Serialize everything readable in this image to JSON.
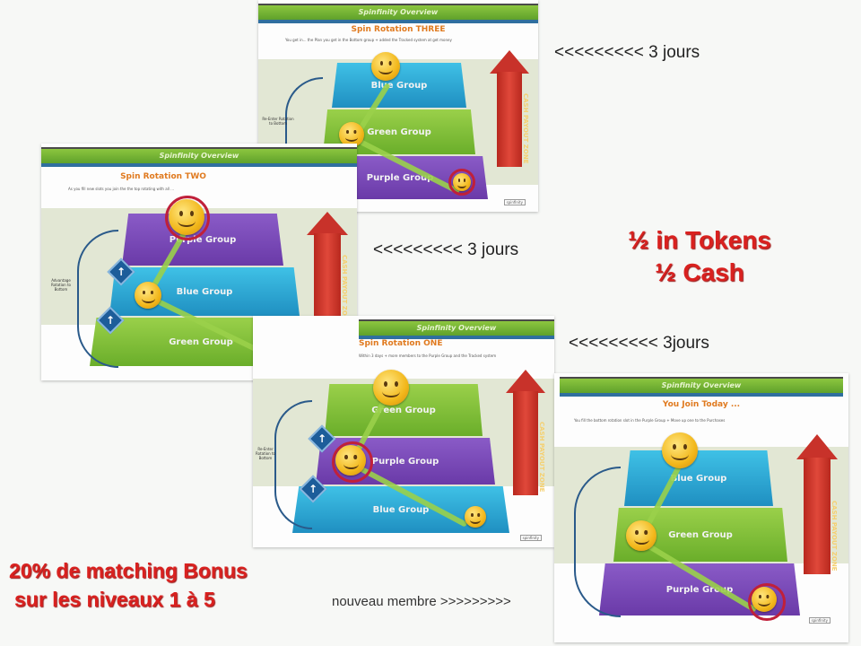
{
  "slide_header": "Spinfinity Overview",
  "slides": {
    "three": {
      "subtitle": "Spin Rotation THREE",
      "bullet": "You get in... the Plan you get in the Bottom group + added the Tracked system at get money",
      "tiers": [
        "Blue Group",
        "Green Group",
        "Purple Group"
      ],
      "cash_label": "CASH PAYOUT ZONE",
      "side_note": "Re-Enter Rotation to Bottom"
    },
    "two": {
      "subtitle": "Spin Rotation TWO",
      "bullet": "As you fill new slots you join the the top rotating with all ...",
      "tiers": [
        "Purple Group",
        "Blue Group",
        "Green Group"
      ],
      "cash_label": "CASH PAYOUT ZONE",
      "side_note": "Advantage Rotation to Bottom"
    },
    "one": {
      "subtitle": "Spin Rotation ONE",
      "bullet": "Within 3 days + more members to the Purple Group and the Tracked system",
      "tiers": [
        "Green Group",
        "Purple Group",
        "Blue Group"
      ],
      "cash_label": "CASH PAYOUT ZONE",
      "side_note": "Re-Enter Rotation to Bottom"
    },
    "today": {
      "subtitle": "You Join Today ...",
      "bullet": "You fill the bottom rotation slot in the Purple Group + Move up one to the Purchases",
      "tiers": [
        "Blue Group",
        "Green Group",
        "Purple Group"
      ],
      "cash_label": "CASH PAYOUT ZONE"
    }
  },
  "logo_text": "spinfinity",
  "annotations": {
    "days_1": "<<<<<<<<<  3 jours",
    "days_2": "<<<<<<<<<  3 jours",
    "days_3": "<<<<<<<<<  3jours",
    "tokens_line1": "½ in Tokens",
    "tokens_line2": "½ Cash",
    "bonus_line1": "20% de matching Bonus",
    "bonus_line2": "sur les niveaux 1 à 5",
    "new_member": "nouveau membre  >>>>>>>>>"
  },
  "colors": {
    "accent_red": "#d9211f",
    "header_green": "#7ab838",
    "subtitle_orange": "#e07a1f",
    "purple": "#7a4ab8",
    "blue": "#2aa8d8",
    "green": "#86c03a"
  }
}
